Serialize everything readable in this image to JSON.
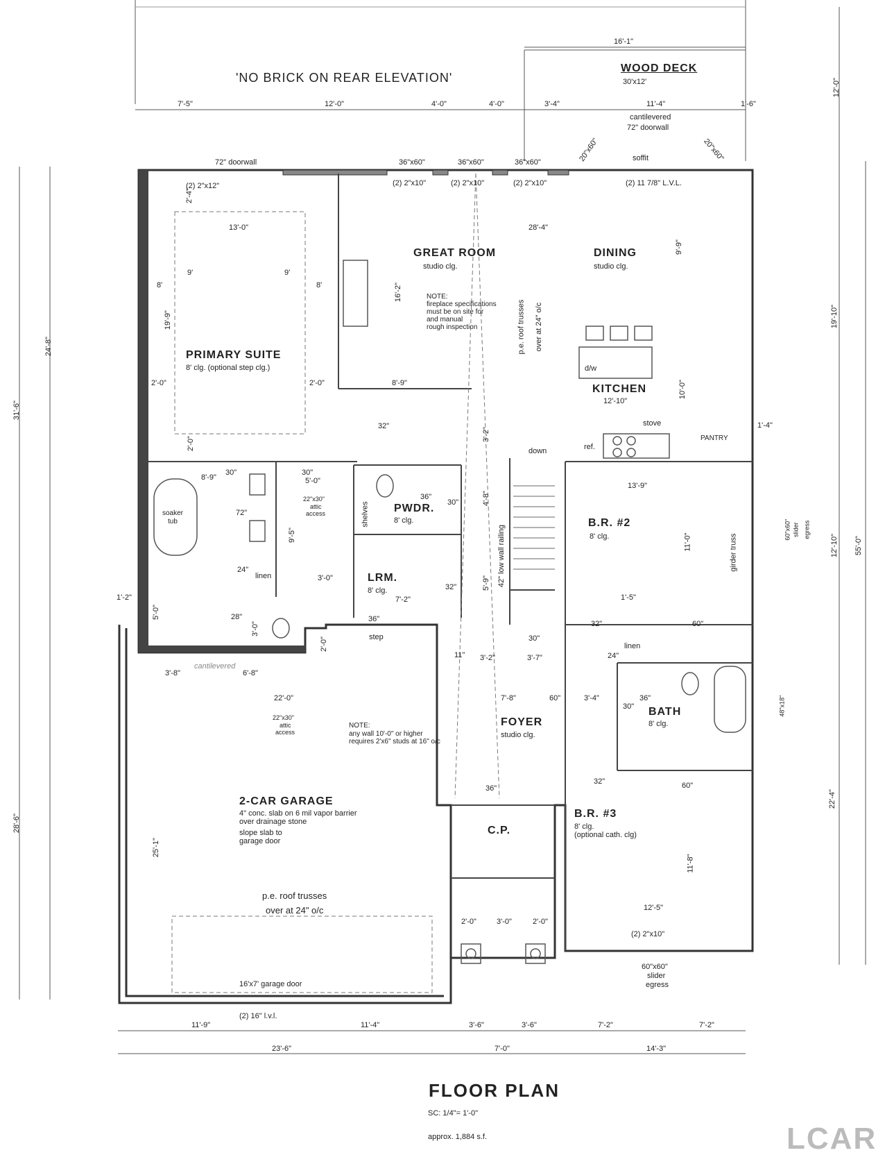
{
  "header": {
    "rear_note": "'NO BRICK ON REAR ELEVATION'",
    "deck_title": "WOOD DECK",
    "deck_size": "30'x12'"
  },
  "rooms": {
    "great_room": {
      "name": "GREAT ROOM",
      "ceiling": "studio clg."
    },
    "dining": {
      "name": "DINING",
      "ceiling": "studio clg."
    },
    "kitchen": {
      "name": "KITCHEN",
      "dim": "12'-10\""
    },
    "primary_suite": {
      "name": "PRIMARY SUITE",
      "ceiling": "8' clg. (optional step clg.)"
    },
    "pwdr": {
      "name": "PWDR.",
      "ceiling": "8' clg."
    },
    "lrm": {
      "name": "LRM.",
      "ceiling": "8' clg."
    },
    "br2": {
      "name": "B.R. #2",
      "ceiling": "8' clg."
    },
    "bath": {
      "name": "BATH",
      "ceiling": "8' clg."
    },
    "foyer": {
      "name": "FOYER",
      "ceiling": "studio clg."
    },
    "garage": {
      "name": "2-CAR GARAGE",
      "line1": "4\" conc. slab on 6 mil vapor barrier",
      "line2": "over drainage stone",
      "line3": "slope slab to",
      "line4": "garage door"
    },
    "cp": {
      "name": "C.P."
    },
    "br3": {
      "name": "B.R. #3",
      "ceiling": "8' clg.",
      "ceiling2": "(optional cath. clg)"
    }
  },
  "notes": {
    "fireplace_title": "NOTE:",
    "fireplace_l1": "fireplace specifications",
    "fireplace_l2": "must be on site for",
    "fireplace_l3": "and manual",
    "fireplace_l4": "rough inspection",
    "wall_title": "NOTE:",
    "wall_l1": "any wall 10'-0\" or higher",
    "wall_l2": "requires 2'x6\" studs at 16\" o/c",
    "trusses_l1": "p.e. roof trusses",
    "trusses_l2": "over at 24\" o/c",
    "garage_trusses_l1": "p.e. roof trusses",
    "garage_trusses_l2": "over at 24\" o/c",
    "low_wall": "42\" low wall railing",
    "girder_truss": "girder truss"
  },
  "labels": {
    "doorwall72_left": "72\" doorwall",
    "cantilevered_top": "cantilevered",
    "doorwall72_right": "72\" doorwall",
    "soffit": "soffit",
    "win36_1": "36\"x60\"",
    "win36_2": "36\"x60\"",
    "win36_3": "36\"x60\"",
    "win20_1": "20\"x60\"",
    "win20_2": "20\"x60\"",
    "hdr_2x12": "(2) 2\"x12\"",
    "hdr_2x10_1": "(2) 2\"x10\"",
    "hdr_2x10_2": "(2) 2\"x10\"",
    "hdr_2x10_3": "(2) 2\"x10\"",
    "hdr_lvl": "(2) 11 7/8\" L.V.L.",
    "dw": "d/w",
    "stove": "stove",
    "ref": "ref.",
    "pantry": "PANTRY",
    "down": "down",
    "soaker": "soaker",
    "tub": "tub",
    "linen1": "linen",
    "linen2": "linen",
    "shelves": "shelves",
    "attic1_l1": "22\"x30\"",
    "attic1_l2": "attic",
    "attic1_l3": "access",
    "attic2_l1": "22\"x30\"",
    "attic2_l2": "attic",
    "attic2_l3": "access",
    "step": "step",
    "cantilevered_bottom": "cantilevered",
    "slider1_l1": "60\"x60\"",
    "slider1_l2": "slider",
    "slider1_l3": "egress",
    "win48": "48\"x18\"",
    "garage_door": "16'x7' garage door",
    "hdr_16lvl": "(2) 16\" l.v.l.",
    "hdr_2x10_br3": "(2) 2\"x10\"",
    "slider2_l1": "60\"x60\"",
    "slider2_l2": "slider",
    "slider2_l3": "egress"
  },
  "dims_top": {
    "d16_1": "16'-1\"",
    "d7_5": "7'-5\"",
    "d12_0": "12'-0\"",
    "d4_0a": "4'-0\"",
    "d4_0b": "4'-0\"",
    "d3_4": "3'-4\"",
    "d11_4": "11'-4\"",
    "d1_6": "1'-6\"",
    "right_12_0": "12'-0\""
  },
  "dims_interior": {
    "d2_4": "2'-4\"",
    "d13_0": "13'-0\"",
    "d28_4": "28'-4\"",
    "d9_9": "9'-9\"",
    "d9a": "9'",
    "d9b": "9'",
    "d8a": "8'",
    "d8b": "8'",
    "d19_9": "19'-9\"",
    "d16_2": "16'-2\"",
    "d2_0a": "2'-0\"",
    "d2_0b": "2'-0\"",
    "d8_9a": "8'-9\"",
    "d10_0": "10'-0\"",
    "d32a": "32\"",
    "d3_2": "3'-2\"",
    "d2_0c": "2'-0\"",
    "d1_4": "1'-4\"",
    "d30a": "30\"",
    "d30b": "30\"",
    "d8_9b": "8'-9\"",
    "d5_0a": "5'-0\"",
    "d72": "72\"",
    "d36a": "36\"",
    "d30c": "30\"",
    "d4_8": "4'-8\"",
    "d13_9": "13'-9\"",
    "d9_5": "9'-5\"",
    "d11_0": "11'-0\"",
    "d24a": "24\"",
    "d3_0a": "3'-0\"",
    "d7_2a": "7'-2\"",
    "d32b": "32\"",
    "d5_9": "5'-9\"",
    "d1_5": "1'-5\"",
    "d1_2": "1'-2\"",
    "d5_0b": "5'-0\"",
    "d28": "28\"",
    "d3_0b": "3'-0\"",
    "d36b": "36\"",
    "d32c": "32\"",
    "d60a": "60\"",
    "d30d": "30\"",
    "d24b": "24\"",
    "d2_0d": "2'-0\"",
    "d11": "11\"",
    "d3_2b": "3'-2\"",
    "d3_7": "3'-7\"",
    "d3_8": "3'-8\"",
    "d6_8": "6'-8\"",
    "d22_0": "22'-0\"",
    "d7_8": "7'-8\"",
    "d60b": "60\"",
    "d3_4b": "3'-4\"",
    "d36c": "36\"",
    "d30e": "30\"",
    "d36d": "36\"",
    "d32d": "32\"",
    "d60c": "60\"",
    "d25_1": "25'-1\"",
    "d11_8": "11'-8\"",
    "d12_5": "12'-5\"",
    "d2_0e": "2'-0\"",
    "d3_0c": "3'-0\"",
    "d2_0f": "2'-0\""
  },
  "dims_side": {
    "left_31_6": "31'-6\"",
    "left_24_8": "24'-8\"",
    "left_28_6": "28'-6\"",
    "right_19_10": "19'-10\"",
    "right_12_10": "12'-10\"",
    "right_55_0": "55'-0\"",
    "right_22_4": "22'-4\""
  },
  "dims_bottom": {
    "b11_9": "11'-9\"",
    "b11_4": "11'-4\"",
    "b3_6a": "3'-6\"",
    "b3_6b": "3'-6\"",
    "b7_2a": "7'-2\"",
    "b7_2b": "7'-2\"",
    "b23_6": "23'-6\"",
    "b7_0": "7'-0\"",
    "b14_3": "14'-3\""
  },
  "footer": {
    "title": "FLOOR PLAN",
    "scale": "SC: 1/4\"= 1'-0\"",
    "area": "approx. 1,884 s.f.",
    "logo": "LCAR"
  }
}
